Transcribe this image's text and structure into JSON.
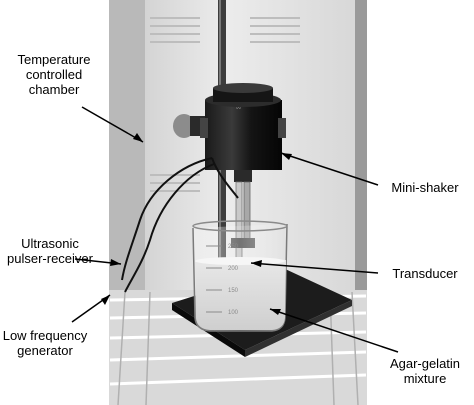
{
  "labels": {
    "chamber": [
      "Temperature",
      "controlled",
      "chamber"
    ],
    "shaker": [
      "Mini-shaker"
    ],
    "pulser": [
      "Ultrasonic",
      "pulser-receiver"
    ],
    "transducer": [
      "Transducer"
    ],
    "generator": [
      "Low frequency",
      "generator"
    ],
    "mixture": [
      "Agar-gelatin",
      "mixture"
    ]
  },
  "beaker_marks": [
    "250",
    "200",
    "150",
    "100"
  ]
}
